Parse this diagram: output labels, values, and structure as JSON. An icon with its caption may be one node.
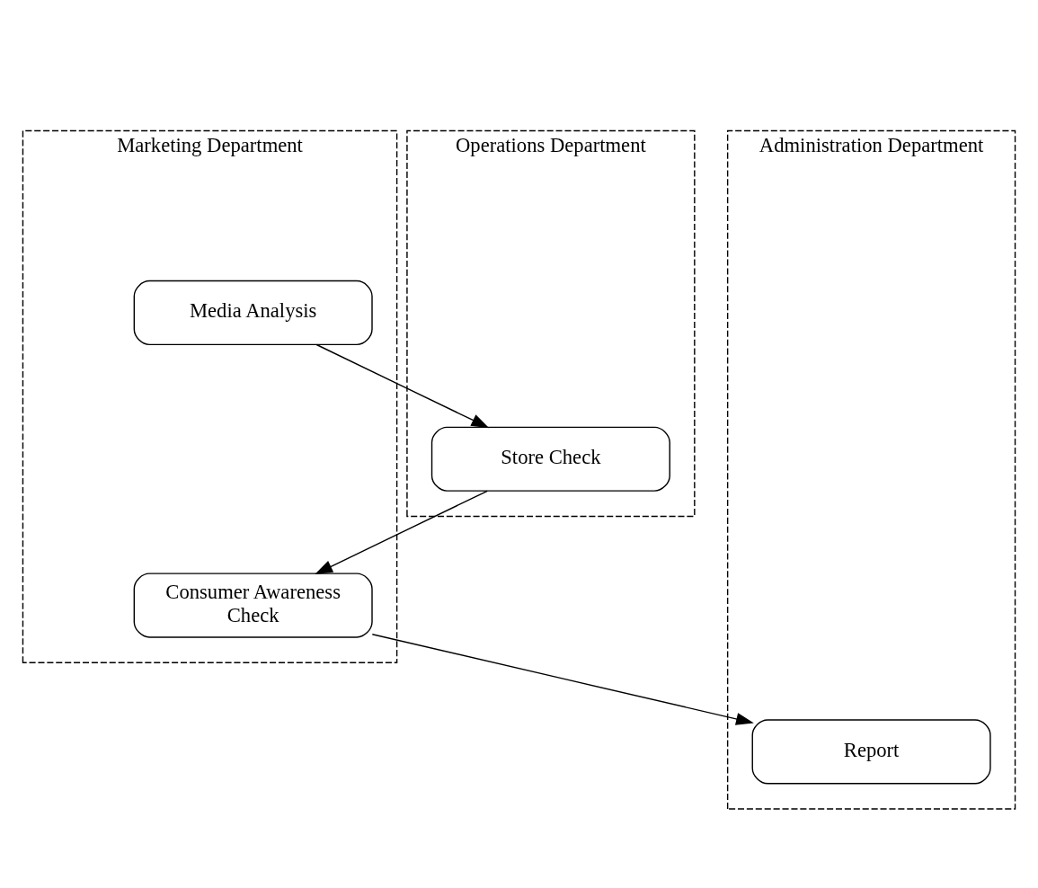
{
  "diagram": {
    "nodes": [
      {
        "text": [
          "Marketing Department"
        ]
      },
      {
        "text": [
          "Administration Department"
        ]
      },
      {
        "text": [
          "Operations Department"
        ]
      },
      {
        "text": [
          "Media Analysis"
        ],
        "in": 0
      },
      {
        "text": [
          "Store Check"
        ],
        "in": 2
      },
      {
        "text": [
          "Consumer Awareness Check"
        ],
        "in": 0
      },
      {
        "text": [
          "Report"
        ],
        "in": 1
      }
    ],
    "edges": [
      {
        "from": 3,
        "to": 4,
        "arrow": "to"
      },
      {
        "from": 4,
        "to": 5,
        "arrow": "to"
      },
      {
        "from": 5,
        "to": 6,
        "arrow": "to"
      }
    ]
  }
}
